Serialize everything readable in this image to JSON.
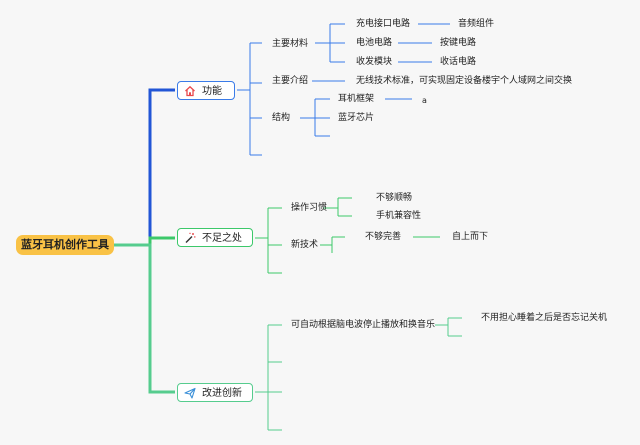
{
  "root": "蓝牙耳机创作工具",
  "branches": {
    "function": {
      "label": "功能",
      "icon": "home-icon",
      "color": "#e8484c",
      "main_materials": {
        "label": "主要材料",
        "items": [
          "充电接口电路",
          "电池电路",
          "收发模块"
        ],
        "subitems": [
          "音频组件",
          "按键电路",
          "收话电路"
        ]
      },
      "intro": {
        "label": "主要介绍",
        "text": "无线技术标准，可实现固定设备楼宇个人域网之间交换"
      },
      "structure": {
        "label": "结构",
        "items": [
          "耳机框架",
          "蓝牙芯片"
        ],
        "note": "a"
      }
    },
    "shortcoming": {
      "label": "不足之处",
      "icon": "magic-wand-icon",
      "habit": {
        "label": "操作习惯",
        "items": [
          "不够顺畅",
          "手机兼容性"
        ]
      },
      "newtech": {
        "label": "新技术",
        "item": "不够完善",
        "subitem": "自上而下"
      }
    },
    "improvement": {
      "label": "改进创新",
      "icon": "paper-plane-icon",
      "feature": {
        "label": "可自动根据脑电波停止播放和换音乐",
        "sub": "不用担心睡着之后是否忘记关机"
      }
    }
  },
  "colors": {
    "background": "#f7f7f7",
    "root_fill": "#f9c246",
    "branch_function": "#2256d6",
    "branch_function_sub": "#3a7be8",
    "branch_shortcoming": "#3cc86a",
    "branch_improvement": "#56cc8e",
    "branch_box_border": "#4fc38a"
  }
}
